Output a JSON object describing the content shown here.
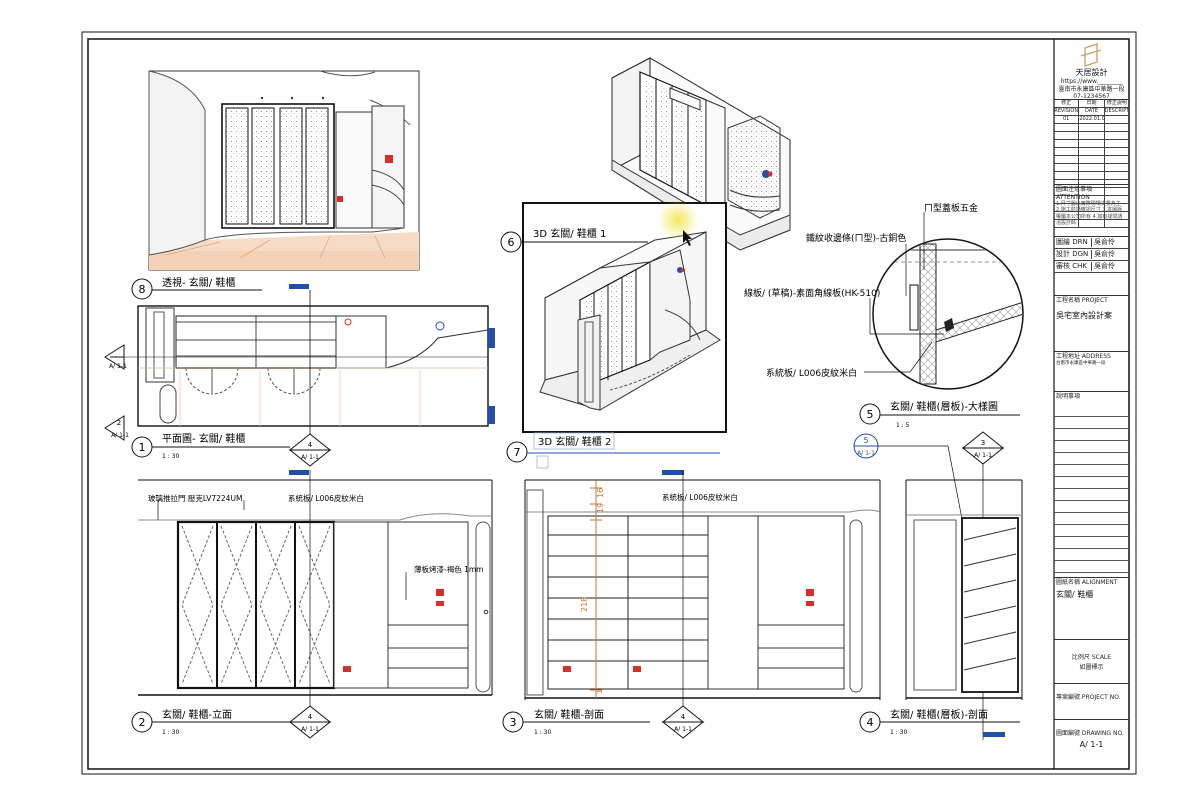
{
  "views": {
    "v8": {
      "num": "8",
      "title": "透視- 玄關/ 鞋櫃"
    },
    "v1": {
      "num": "1",
      "title": "平面圖- 玄關/ 鞋櫃",
      "scale": "1 : 30"
    },
    "v2": {
      "num": "2",
      "title": "玄關/ 鞋櫃-立面",
      "scale": "1 : 30"
    },
    "v3": {
      "num": "3",
      "title": "玄關/ 鞋櫃-剖面",
      "scale": "1 : 30"
    },
    "v4": {
      "num": "4",
      "title": "玄關/ 鞋櫃(層板)-剖面",
      "scale": "1 : 30"
    },
    "v5": {
      "num": "5",
      "title": "玄關/ 鞋櫃(層板)-大樣圖",
      "scale": "1 : 5"
    },
    "v6": {
      "num": "6",
      "title": "3D 玄關/ 鞋櫃 1"
    },
    "v7": {
      "num": "7",
      "title": "3D 玄關/ 鞋櫃 2"
    }
  },
  "refs": {
    "a11": "A/ 1-1",
    "sec4": "4",
    "sec3": "3",
    "sec5": "5",
    "sec2": "2"
  },
  "annotations": {
    "elev_left": "玻璃推拉門 壓克LV7224UM",
    "elev_mid": "系統板/ L006皮紋米白",
    "elev_right": "薄板烤漆-褐色 1mm",
    "section_top": "系統板/ L006皮紋米白",
    "dim_16": "16",
    "dim_19": "19",
    "dim_218": "218",
    "dim_1": "1",
    "detail_hardware": "ㄇ型蓋板五金",
    "detail_edge": "鐵紋收邊條(ㄇ型)-古銅色",
    "detail_line": "線板/ (草稿)-素面角線板(HK-510)",
    "detail_board": "系統板/ L006皮紋米白"
  },
  "titleblock": {
    "company": "天居設計",
    "info1": "https://www.________",
    "info2": "臺南市永康區中華路一段",
    "info3": "07-1234567",
    "table_head": [
      "修正",
      "日期",
      "修正說明"
    ],
    "table_head_en": [
      "REVISION",
      "DATE",
      "DESCRIPTION"
    ],
    "table_row1": [
      "01",
      "2022.01.01",
      ""
    ],
    "attention_label": "圖面注意事項 ATTENTION",
    "attention_text": "1.尺寸圖以實際現場丈量為主 2.施工前請確認尺寸 3.本圖版權屬本公司所有 4.如有疑問請洽設計師",
    "drn_label": "圖繪 DRN",
    "drn_value": "吳俞伶",
    "dgn_label": "設計 DGN",
    "dgn_value": "吳俞伶",
    "chk_label": "審核 CHK",
    "chk_value": "吳俞伶",
    "project_label": "工程名稱 PROJECT",
    "project_name": "吳宅室內設計案",
    "address_label": "工程地址 ADDRESS",
    "address_value": "台南市永康區中華路一段",
    "notes_label": "說明事項",
    "alignment_label": "圖紙名稱 ALIGNMENT",
    "alignment_value": "玄關/ 鞋櫃",
    "scale_label": "比例尺 SCALE",
    "scale_value": "如圖標示",
    "projno_label": "專案編號 PROJECT NO.",
    "drawno_label": "圖面編號 DRAWING NO.",
    "drawno_value": "A/ 1-1"
  },
  "colors": {
    "line": "#1a1a1a",
    "blue_marker": "#1f4fa8",
    "red_marker": "#d4302b",
    "orange_dim": "#c8772e",
    "highlight": "#f2e54b",
    "floor": "#f1c8a6"
  }
}
